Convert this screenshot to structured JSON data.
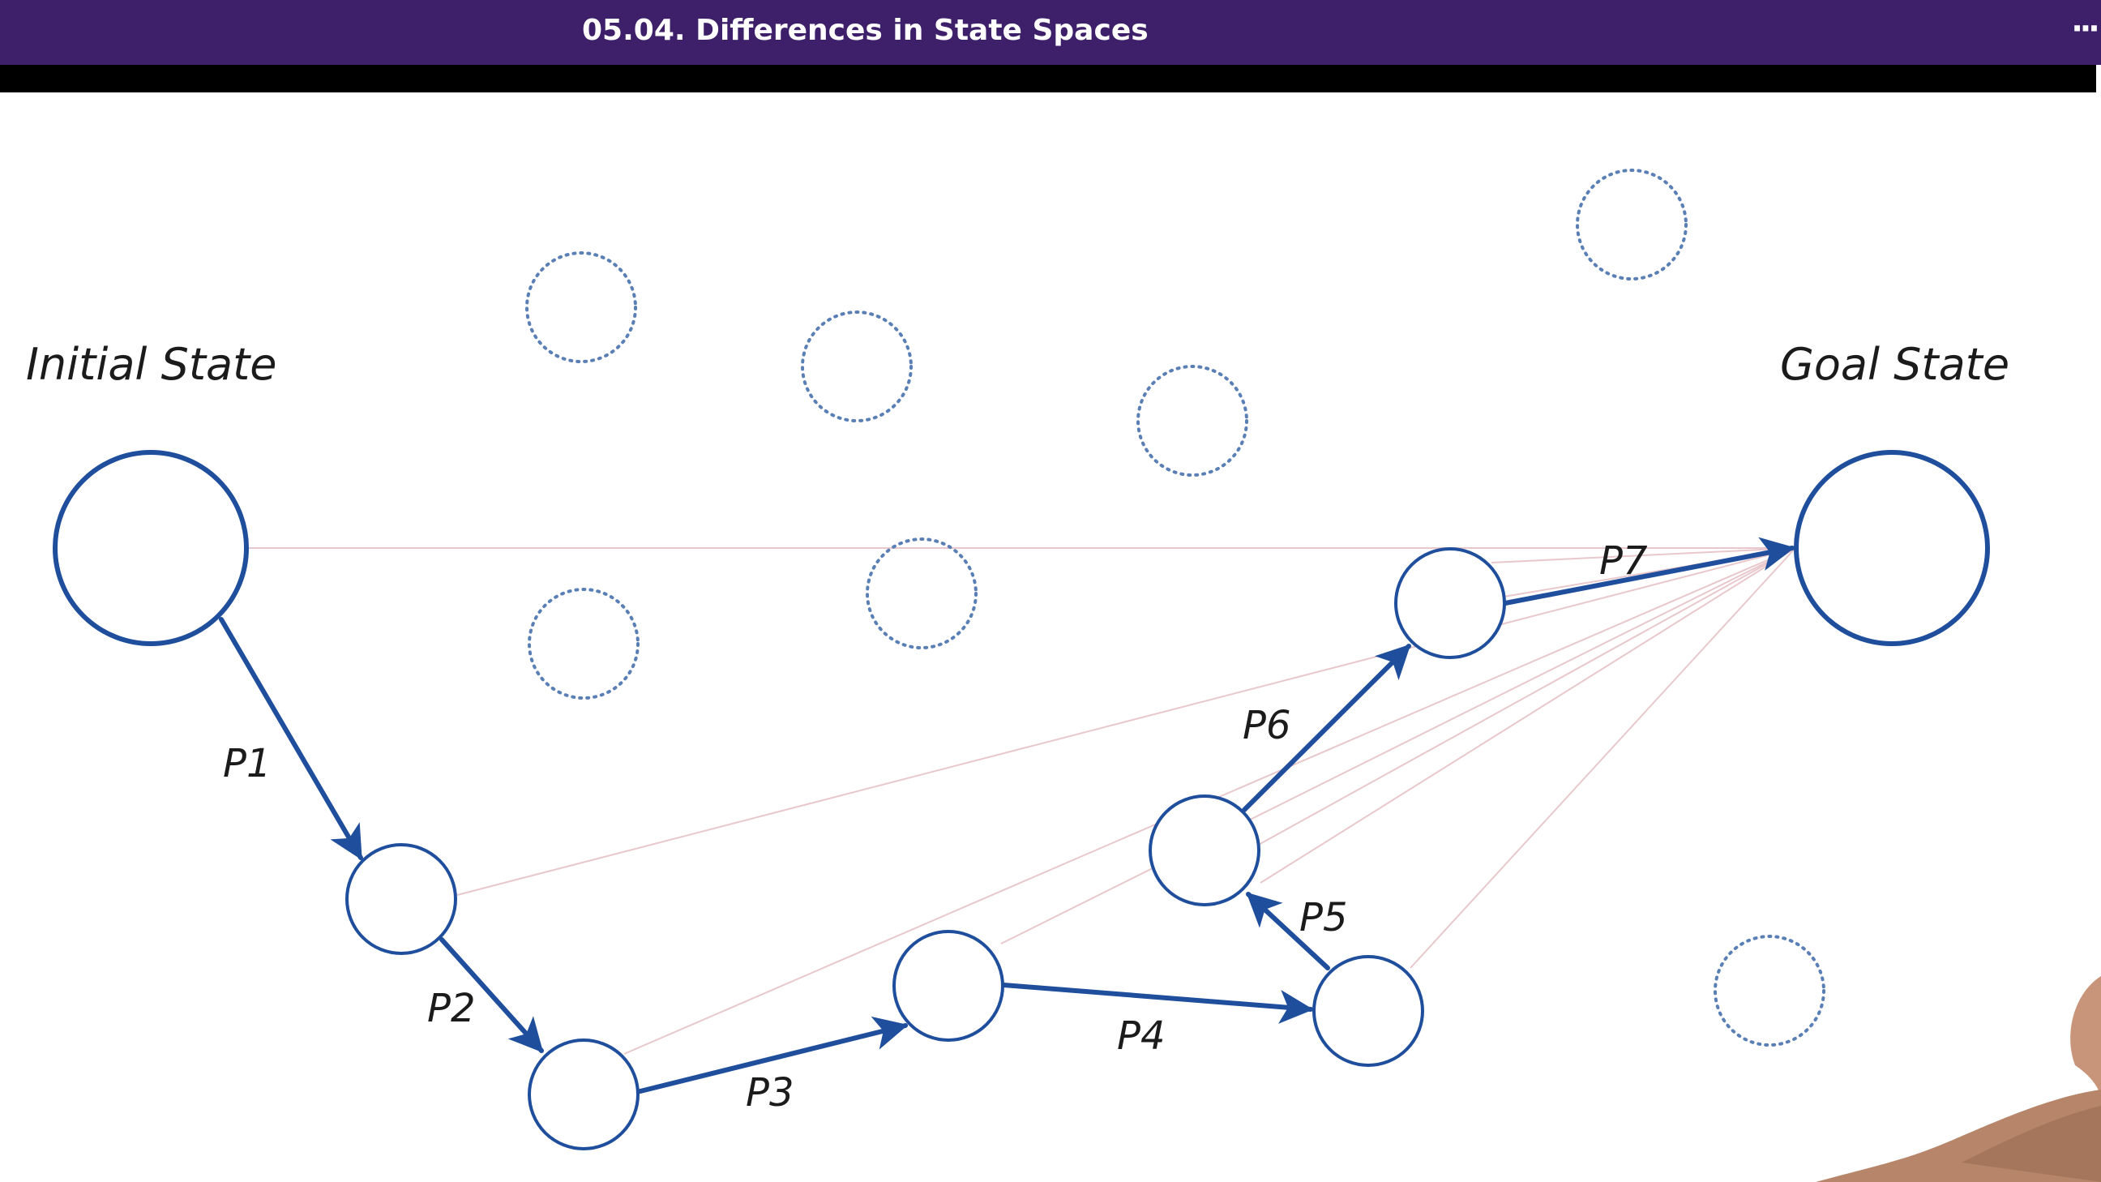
{
  "header": {
    "title": "05.04. Differences in State Spaces",
    "menu_icon": "more-horizontal-icon",
    "menu_symbol": "···"
  },
  "colors": {
    "header_bg": "#3d1f6a",
    "path_blue": "#1f4e9c",
    "faint_line": "#e8c8cc",
    "dotted_blue": "#5a7fb5"
  },
  "diagram": {
    "initial_label": "Initial State",
    "goal_label": "Goal State",
    "paths": [
      {
        "label": "P1"
      },
      {
        "label": "P2"
      },
      {
        "label": "P3"
      },
      {
        "label": "P4"
      },
      {
        "label": "P5"
      },
      {
        "label": "P6"
      },
      {
        "label": "P7"
      }
    ]
  }
}
